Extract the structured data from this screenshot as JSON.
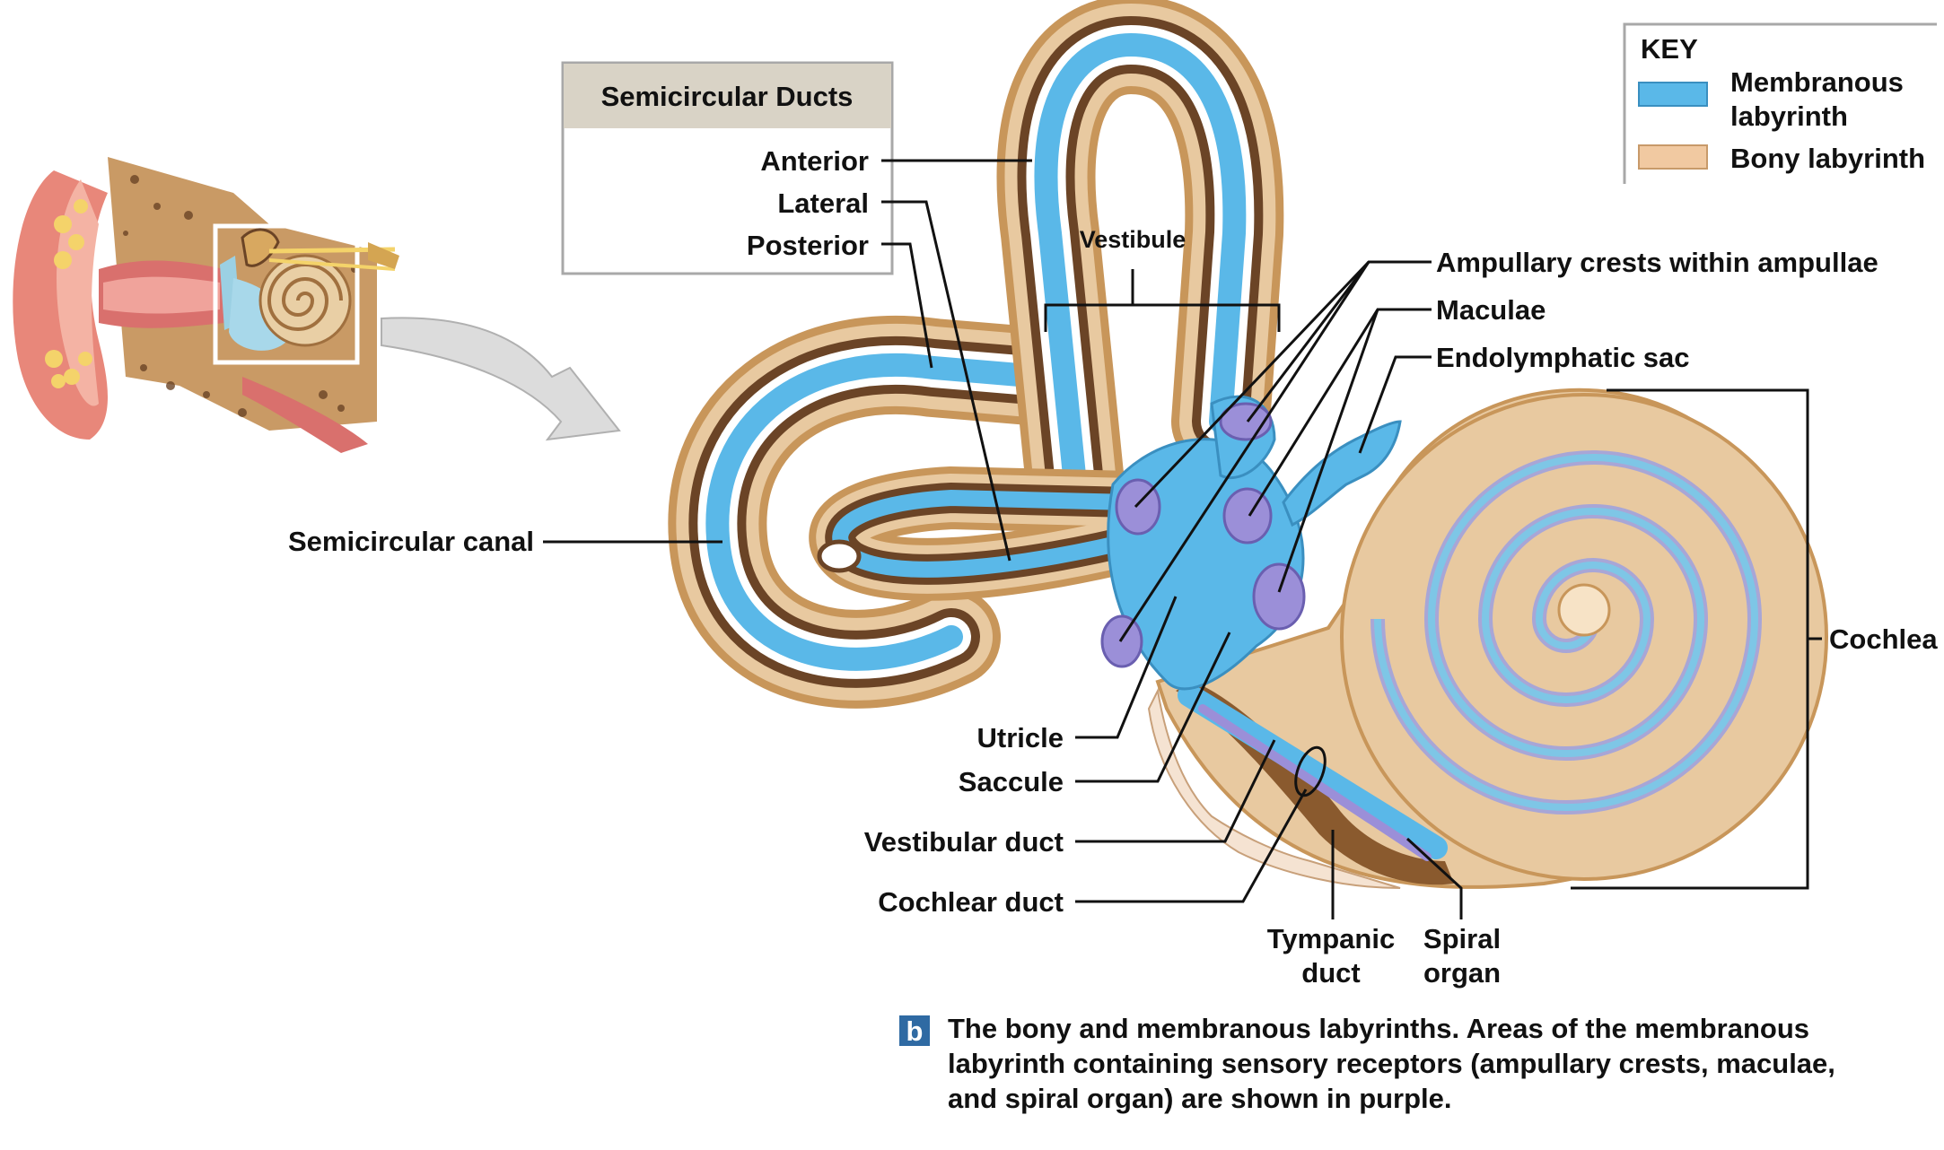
{
  "colors": {
    "membranous": "#5ab8e8",
    "bony": "#e8c9a0",
    "bone_outer": "#c8965a",
    "dark_brown": "#6b4426",
    "sensory_purple": "#9b8fd8",
    "badge": "#2f6aa3",
    "box_header": "#d9d3c6"
  },
  "ducts_box": {
    "title": "Semicircular Ducts",
    "items": [
      "Anterior",
      "Lateral",
      "Posterior"
    ]
  },
  "key": {
    "title": "KEY",
    "membranous": "Membranous labyrinth",
    "bony": "Bony labyrinth"
  },
  "labels": {
    "vestibule": "Vestibule",
    "semicircular_canal": "Semicircular canal",
    "ampullary": "Ampullary crests within ampullae",
    "maculae": "Maculae",
    "endolymphatic": "Endolymphatic sac",
    "cochlea": "Cochlea",
    "utricle": "Utricle",
    "saccule": "Saccule",
    "vestibular_duct": "Vestibular duct",
    "cochlear_duct": "Cochlear duct",
    "tympanic_duct": "Tympanic duct",
    "spiral_organ": "Spiral organ"
  },
  "caption": {
    "badge": "b",
    "line1": "The bony and membranous labyrinths. Areas of the membranous",
    "line2": "labyrinth containing sensory receptors (ampullary crests, maculae,",
    "line3": "and spiral organ) are shown in purple."
  }
}
